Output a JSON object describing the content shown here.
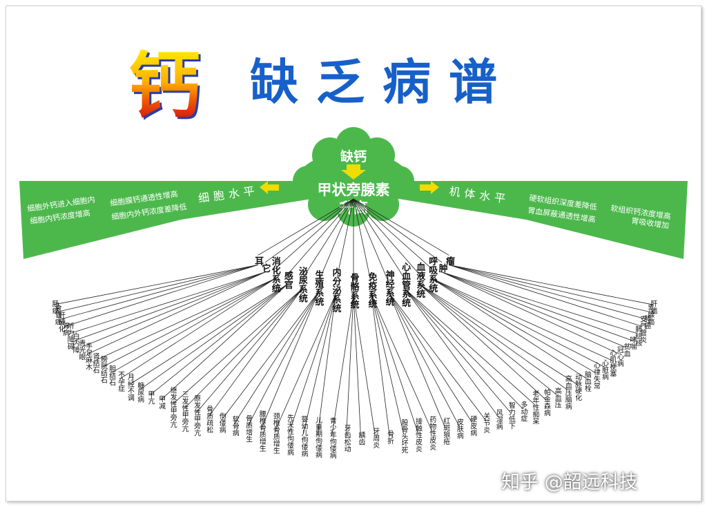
{
  "title": {
    "char_main": "钙",
    "rest": "缺乏病谱"
  },
  "center": {
    "top": "缺钙",
    "line1": "甲状旁腺素",
    "line2": "升高"
  },
  "band": {
    "left_heading": "细胞水平",
    "right_heading": "机体水平",
    "left_notes": [
      "细胞外钙进入细胞内",
      "细胞内钙浓度增高",
      "细胞膜钙通透性增高",
      "细胞内外钙浓度差降低"
    ],
    "right_notes": [
      "硬软组织深度差降低",
      "软组织钙浓度增高",
      "胃血屏蔽通透性增高",
      "胃吸收增加"
    ]
  },
  "systems": [
    "耳",
    "它",
    "消化系统",
    "感官",
    "泌尿系统",
    "生殖系统",
    "内分泌系统",
    "骨骼系统",
    "免疫系统",
    "神经系统",
    "心血管系统",
    "血液系统",
    "呼吸系统",
    "肿",
    "瘤"
  ],
  "diseases": [
    "肠癌",
    "食管癌",
    "肝硬化",
    "胃病",
    "听力障碍",
    "白内障",
    "青光眼",
    "手足麻木",
    "肾结石",
    "膀胱结石",
    "胆结石",
    "不孕症",
    "月经不调",
    "糖尿病",
    "甲亢",
    "甲减",
    "继发性甲旁亢",
    "三发性甲旁亢",
    "原发性甲旁亢",
    "骨质疏松",
    "佝偻病",
    "软骨病",
    "骨质增生",
    "腰椎骨质增生",
    "颈椎骨质增生",
    "先天性佝偻病",
    "婴幼儿佝偻病",
    "儿童期佝偻病",
    "青少年佝偻病",
    "牙齿松动",
    "龋齿",
    "牙周炎",
    "骨折",
    "股骨头坏死",
    "接触性皮炎",
    "药物性皮炎",
    "红斑狼疮",
    "皮肤病",
    "硬皮病",
    "关节炎",
    "风湿病",
    "智力低下",
    "多动症",
    "老年性痴呆",
    "帕金森病",
    "高血压",
    "高血压脑病",
    "动脉硬化",
    "脑血栓",
    "心律失常",
    "心脏病",
    "心肌梗塞",
    "冠心病",
    "贫血",
    "哮喘",
    "肺结核",
    "支气管炎",
    "肺癌",
    "乳腺癌",
    "肝癌"
  ],
  "watermark": "知乎 @韶远科技",
  "colors": {
    "band": "#4cb84c",
    "arrow": "#f0dc00",
    "title_blue": "#1760c9",
    "line": "#222222"
  }
}
